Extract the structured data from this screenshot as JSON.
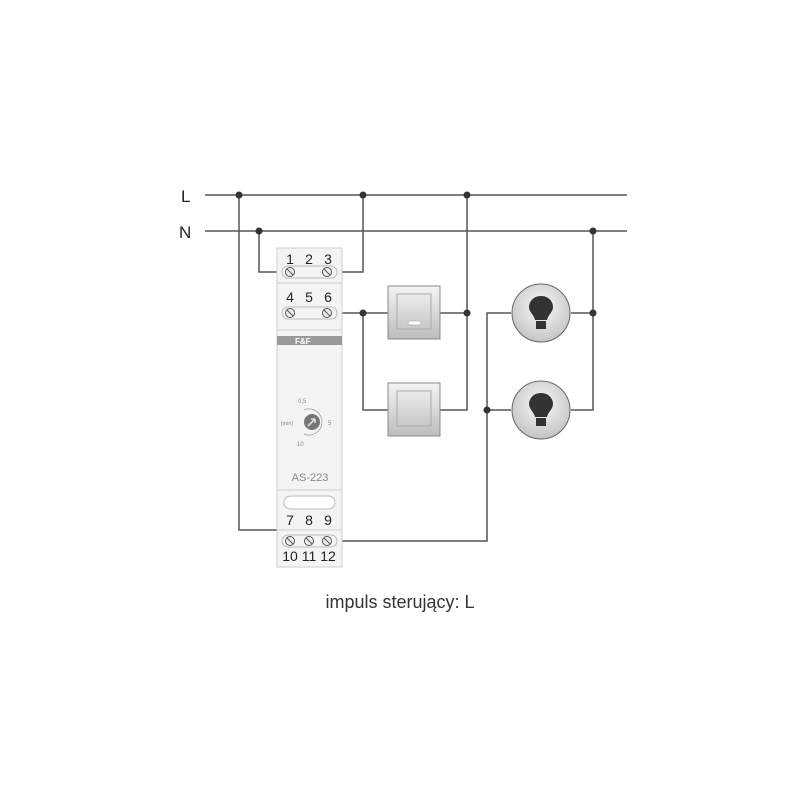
{
  "lines": {
    "L": "L",
    "N": "N"
  },
  "module": {
    "brand": "F&F",
    "model": "AS-223",
    "terminals_top_row1": [
      "1",
      "2",
      "3"
    ],
    "terminals_top_row2": [
      "4",
      "5",
      "6"
    ],
    "terminals_bottom_row1": [
      "7",
      "8",
      "9"
    ],
    "terminals_bottom_row2": [
      "10",
      "11",
      "12"
    ],
    "dial": {
      "unit": "[min]",
      "min": "0,5",
      "mid": "5",
      "max": "10"
    }
  },
  "caption": "impuls sterujący: L",
  "colors": {
    "wire": "#555555",
    "module": "#f2f2f2",
    "band": "#9a9a9a"
  }
}
